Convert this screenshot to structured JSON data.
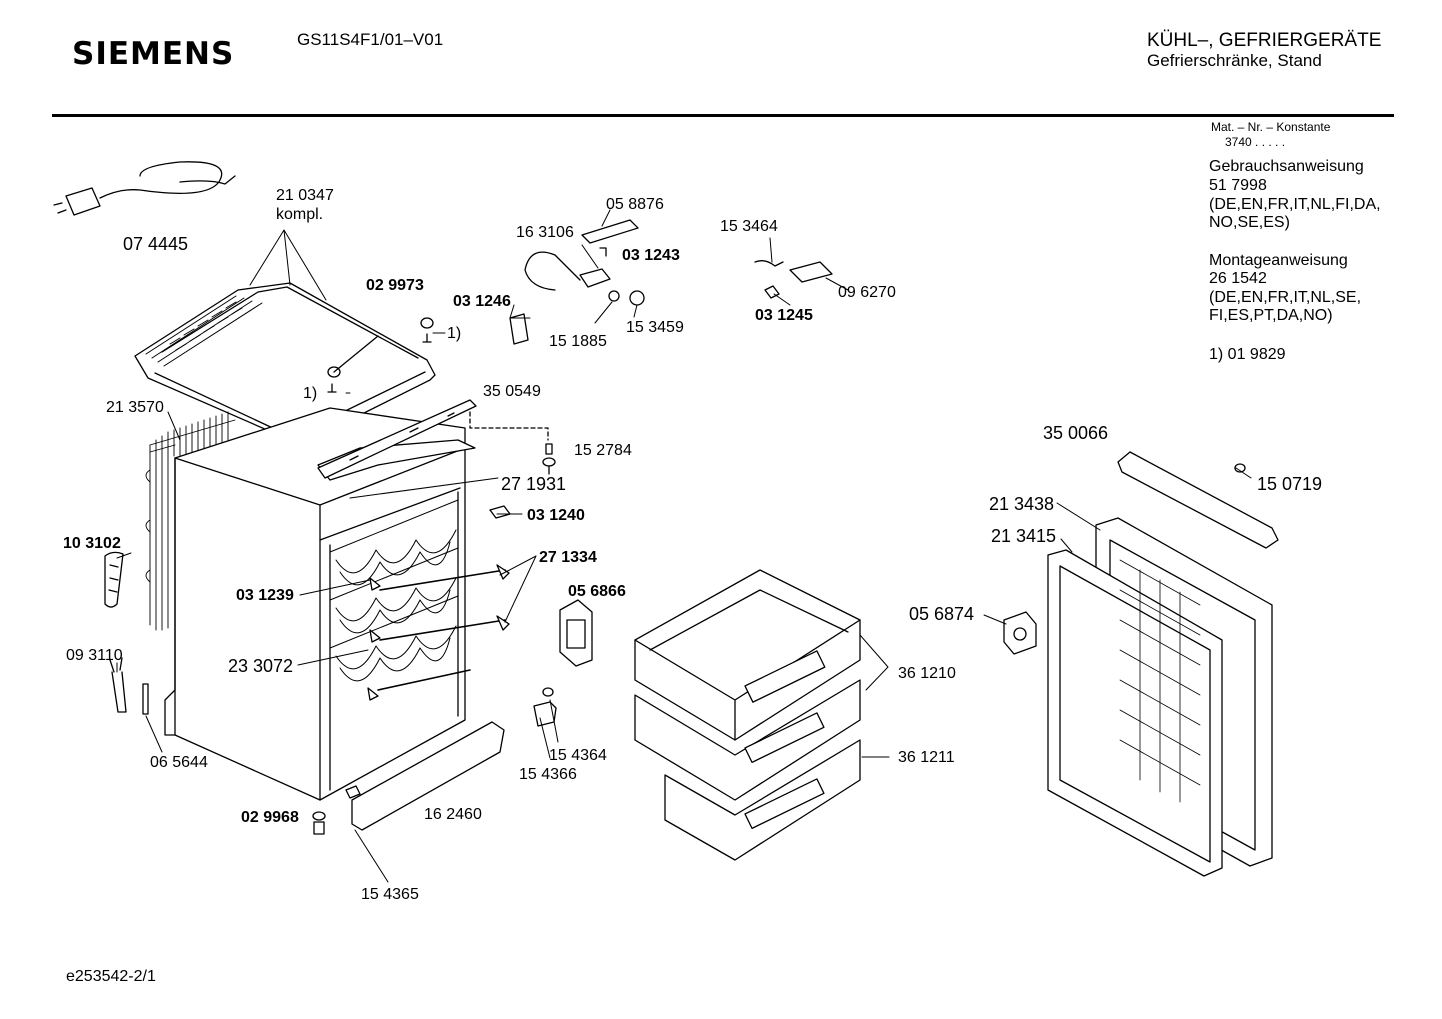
{
  "header": {
    "brand": "SIEMENS",
    "model": "GS11S4F1/01–V01",
    "category_line1": "KÜHL–, GEFRIERGERÄTE",
    "category_line2": "Gefrierschränke, Stand"
  },
  "sidebar": {
    "mat_nr_label": "Mat. – Nr. – Konstante",
    "mat_nr_value": "3740  .  .  .  .  .",
    "manual_title": "Gebrauchsanweisung",
    "manual_number": "51 7998",
    "manual_langs_1": "(DE,EN,FR,IT,NL,FI,DA,",
    "manual_langs_2": "NO,SE,ES)",
    "assembly_title": "Montageanweisung",
    "assembly_number": "26 1542",
    "assembly_langs_1": "(DE,EN,FR,IT,NL,SE,",
    "assembly_langs_2": "FI,ES,PT,DA,NO)",
    "footnote": "1)  01 9829"
  },
  "parts": {
    "p074445": "07 4445",
    "p210347": "21  0347",
    "p210347_note": "kompl.",
    "p029973": "02 9973",
    "p_fn_1a": "1)",
    "p_fn_1b": "1)",
    "p213570": "21 3570",
    "p350549": "35 0549",
    "p152784": "15 2784",
    "p271931": "27 1931",
    "p031240": "03 1240",
    "p103102": "10 3102",
    "p271334": "27 1334",
    "p031239": "03 1239",
    "p056866": "05 6866",
    "p233072": "23 3072",
    "p093110": "09 3110",
    "p065644": "06 5644",
    "p154364": "15 4364",
    "p154366": "15 4366",
    "p029968": "02 9968",
    "p162460": "16 2460",
    "p154365": "15 4365",
    "p163106": "16 3106",
    "p058876": "05 8876",
    "p031243": "03 1243",
    "p031246": "03 1246",
    "p151885": "15 1885",
    "p153459": "15 3459",
    "p153464": "15 3464",
    "p096270": "09 6270",
    "p031245": "03 1245",
    "p361210": "36 1210",
    "p361211": "36 1211",
    "p350066": "35 0066",
    "p150719": "15 0719",
    "p213438": "21 3438",
    "p213415": "21 3415",
    "p056874": "05 6874"
  },
  "footer": {
    "drawing_id": "e253542‑2/1"
  }
}
